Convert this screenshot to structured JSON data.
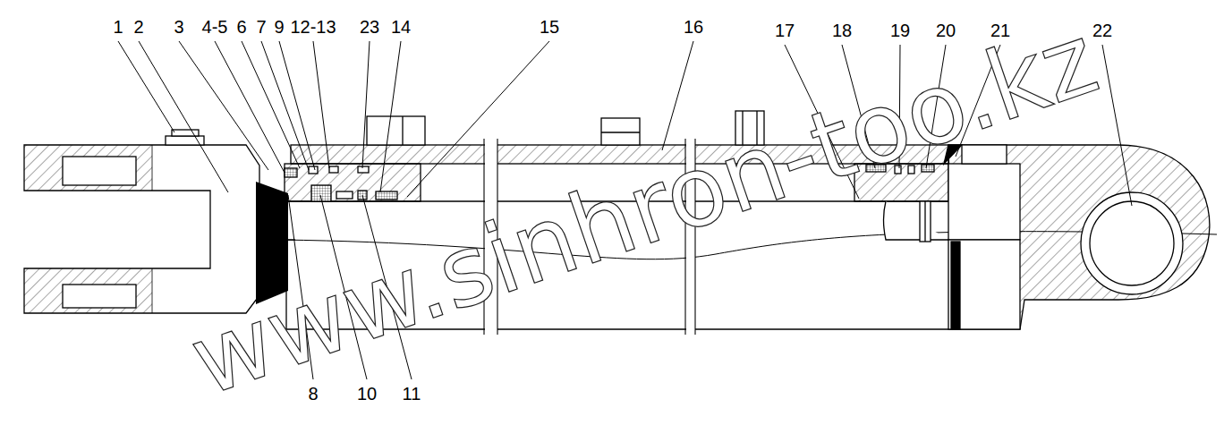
{
  "diagram": {
    "labels": [
      "1",
      "2",
      "3",
      "4-5",
      "6",
      "7",
      "9",
      "12-13",
      "23",
      "14",
      "15",
      "16",
      "17",
      "18",
      "19",
      "20",
      "21",
      "22",
      "8",
      "10",
      "11",
      "www.sinhron-too.kz"
    ]
  }
}
